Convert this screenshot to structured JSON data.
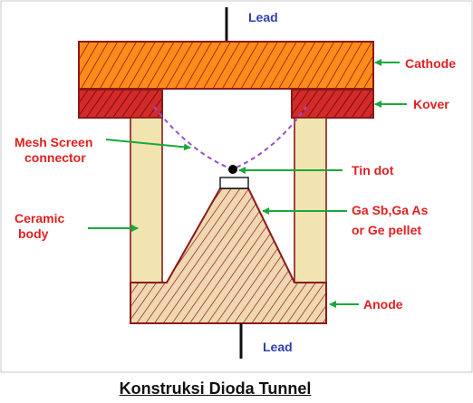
{
  "labels": {
    "lead_top": "Lead",
    "lead_bottom": "Lead",
    "cathode": "Cathode",
    "kover": "Kover",
    "mesh_screen_line1": "Mesh Screen",
    "mesh_screen_line2": "connector",
    "tin_dot": "Tin dot",
    "pellet_line1": "Ga Sb,Ga As",
    "pellet_line2": "or Ge pellet",
    "ceramic_line1": "Ceramic",
    "ceramic_line2": "body",
    "anode": "Anode"
  },
  "caption": "Konstruksi Dioda Tunnel",
  "colors": {
    "cathode_fill": "#ff8c1a",
    "kover_fill": "#d42a2a",
    "outline": "#8b1a1a",
    "hatch": "#8b1a1a",
    "ceramic_fill": "#f1e4b0",
    "anode_fill": "#f0d8b0",
    "mesh": "#9b4dca",
    "arrow": "#1aa83c",
    "label_red": "#e02020",
    "label_blue": "#2f3fb0"
  }
}
